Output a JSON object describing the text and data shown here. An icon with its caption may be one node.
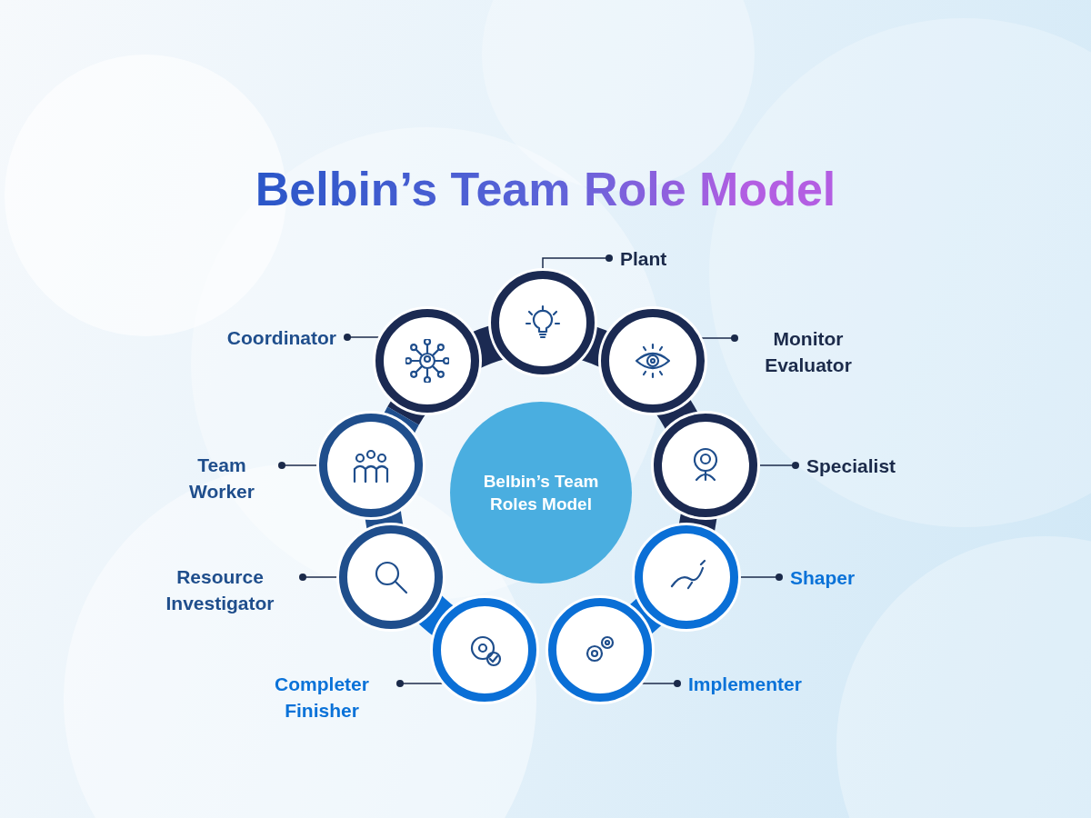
{
  "diagram": {
    "title": "Belbin’s Team Role Model",
    "nodes": [
      {
        "text": [
          "Belbin’s Team Roles Model"
        ]
      },
      {
        "text": [],
        "shape": "circle"
      },
      {
        "text": [],
        "shape": "circle"
      },
      {
        "text": [],
        "shape": "circle"
      },
      {
        "text": [],
        "shape": "circle"
      },
      {
        "text": [],
        "shape": "circle"
      },
      {
        "text": [],
        "shape": "circle"
      },
      {
        "text": [],
        "shape": "circle"
      },
      {
        "text": [],
        "shape": "circle"
      },
      {
        "text": [],
        "shape": "circle"
      },
      {
        "text": [
          "Plant"
        ]
      },
      {
        "text": [
          "Monitor Evaluator"
        ]
      },
      {
        "text": [
          "Specialist"
        ]
      },
      {
        "text": [
          "Shaper"
        ]
      },
      {
        "text": [
          "Implementer"
        ]
      },
      {
        "text": [
          "Completer Finisher"
        ]
      },
      {
        "text": [
          "Resource Investigator"
        ]
      },
      {
        "text": [
          "Team Worker"
        ]
      },
      {
        "text": [
          "Coordinator"
        ]
      }
    ],
    "edges": [
      {
        "from": 10,
        "to": 1,
        "arrow": "other"
      },
      {
        "from": 11,
        "to": 2,
        "arrow": "other"
      },
      {
        "from": 12,
        "to": 3,
        "arrow": "other"
      },
      {
        "from": 13,
        "to": 4,
        "arrow": "other"
      },
      {
        "from": 14,
        "to": 5,
        "arrow": "other"
      },
      {
        "from": 15,
        "to": 6,
        "arrow": "other"
      },
      {
        "from": 16,
        "to": 7,
        "arrow": "other"
      },
      {
        "from": 17,
        "to": 8,
        "arrow": "other"
      },
      {
        "from": 18,
        "to": 9,
        "arrow": "other"
      }
    ]
  }
}
